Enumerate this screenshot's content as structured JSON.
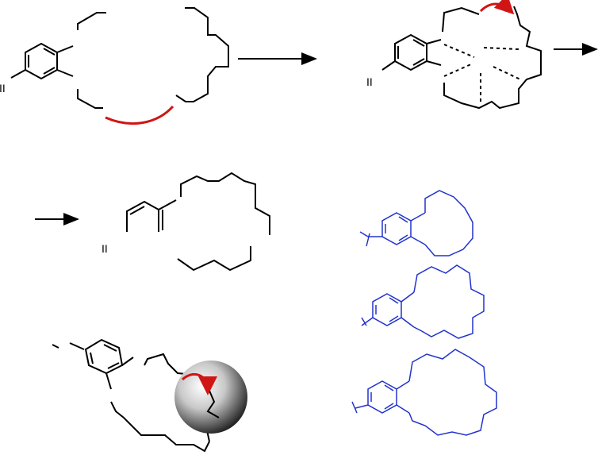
{
  "labels": {
    "fragment_top_left": "II",
    "fragment_top_right": "II",
    "fragment_middle": "II"
  },
  "colors": {
    "bond": "#000000",
    "highlight": "#d01515",
    "series": "#2233cc"
  },
  "icons": {
    "arrow_1": "right-arrow-icon",
    "arrow_2": "right-arrow-icon",
    "arrow_3": "right-arrow-icon",
    "bead": "sphere-icon"
  }
}
